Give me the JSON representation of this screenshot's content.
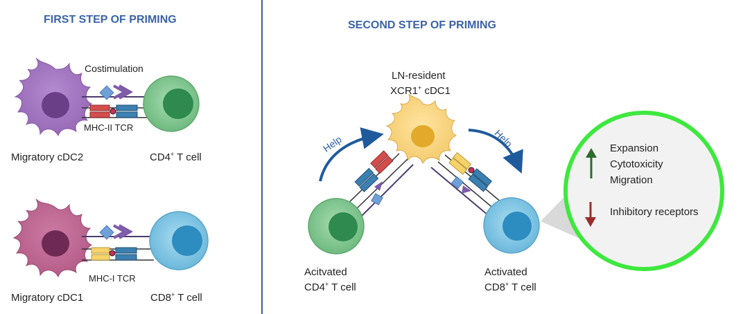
{
  "left_panel": {
    "title": "FIRST STEP OF PRIMING",
    "costimulation": "Costimulation",
    "mhc2_tcr": "MHC-II TCR",
    "mhc1_tcr": "MHC-I TCR",
    "migratory_cdc2": "Migratory cDC2",
    "migratory_cdc1": "Migratory cDC1",
    "cd4_prefix": "CD4",
    "cd4_sup": "+",
    "cd4_suffix": " T cell",
    "cd8_prefix": "CD8",
    "cd8_sup": "+",
    "cd8_suffix": " T cell"
  },
  "right_panel": {
    "title": "SECOND STEP OF PRIMING",
    "ln_resident": "LN-resident",
    "xcr1_prefix": "XCR1",
    "xcr1_sup": "+",
    "xcr1_suffix": " cDC1",
    "help_left": "Help",
    "help_right": "Help",
    "act_cd4_line1": "Acitvated",
    "act_cd4_prefix": "CD4",
    "act_cd4_sup": "+",
    "act_cd4_suffix": " T cell",
    "act_cd8_line1": "Activated",
    "act_cd8_prefix": "CD8",
    "act_cd8_sup": "+",
    "act_cd8_suffix": " T cell"
  },
  "effects": {
    "up": [
      "Expansion",
      "Cytotoxicity",
      "Migration"
    ],
    "down": [
      "Inhibitory receptors"
    ],
    "up_color": "#2e6b2e",
    "down_color": "#9b2c2c",
    "ring_color": "#3ee83e"
  },
  "colors": {
    "title": "#3a63a8",
    "divider": "#3d5fa0",
    "cdc2": "#9b6bb8",
    "cdc1_migratory": "#b8608a",
    "cdc1_resident": "#f3c96a",
    "cd4": "#7fc48d",
    "cd8": "#7fc3e0"
  }
}
